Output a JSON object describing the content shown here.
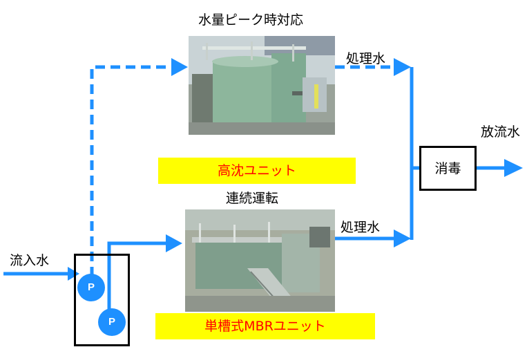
{
  "title_top": "水量ピーク時対応",
  "title_bottom": "連続運転",
  "labels": {
    "inflow": "流入水",
    "treated_top": "処理水",
    "treated_bottom": "処理水",
    "discharge": "放流水",
    "disinfection": "消毒"
  },
  "units": {
    "top": "高沈ユニット",
    "bottom": "単槽式MBRユニット"
  },
  "pumps": [
    "P",
    "P"
  ],
  "colors": {
    "flow_line": "#1e90ff",
    "unit_label_bg": "#ffff00",
    "unit_label_text": "#ff0000",
    "box_border": "#000000"
  }
}
